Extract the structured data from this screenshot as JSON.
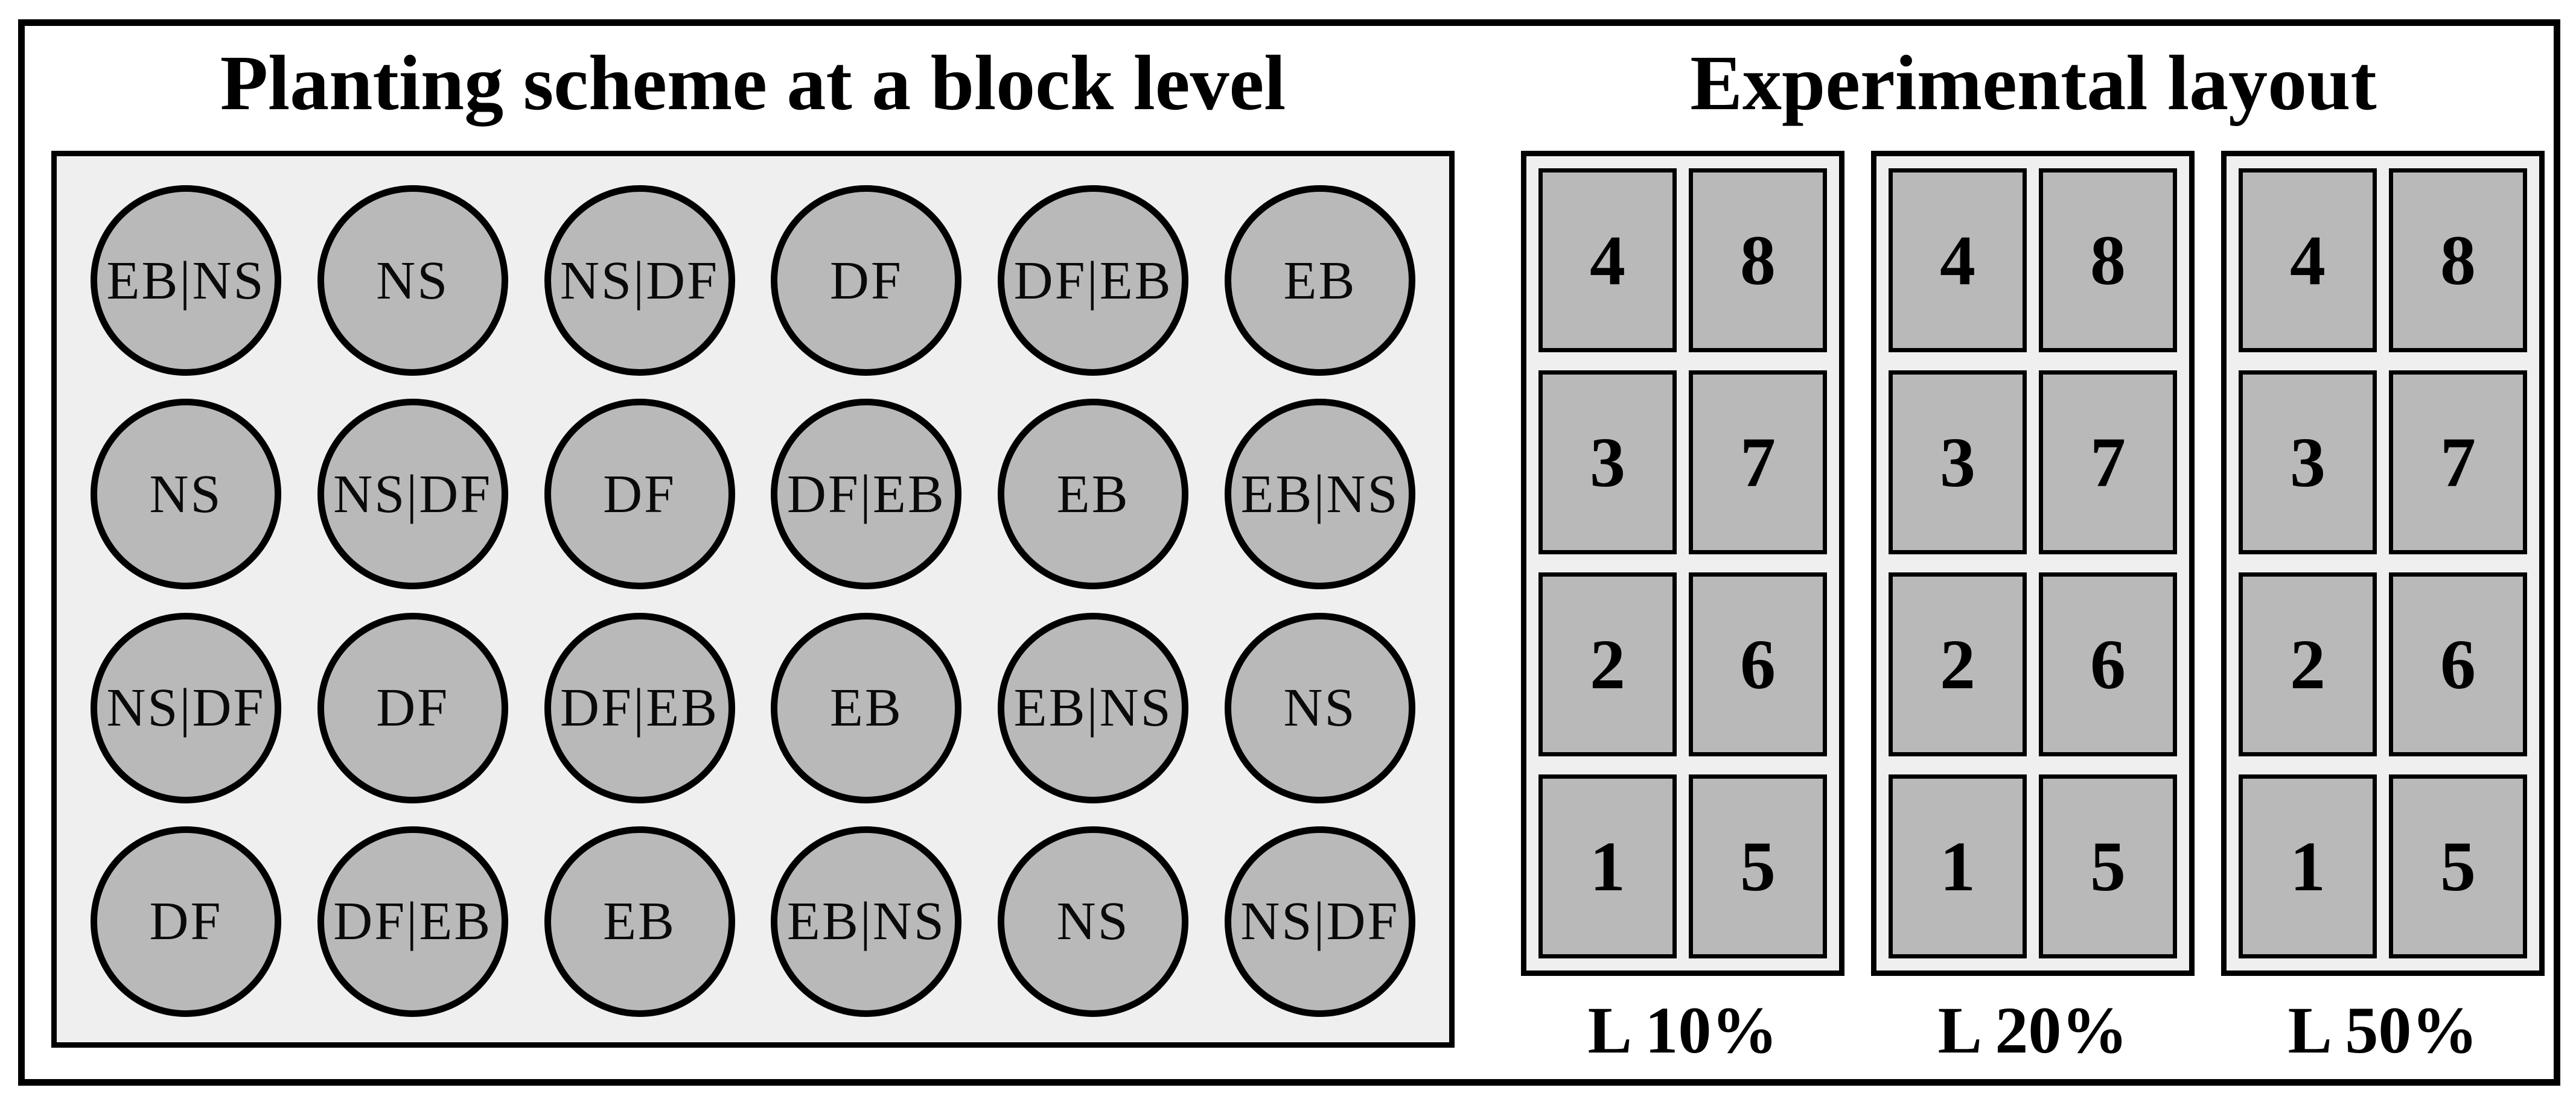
{
  "titles": {
    "left": "Planting scheme at a block level",
    "right": "Experimental layout"
  },
  "planting_scheme": {
    "rows": [
      [
        "EB|NS",
        "NS",
        "NS|DF",
        "DF",
        "DF|EB",
        "EB"
      ],
      [
        "NS",
        "NS|DF",
        "DF",
        "DF|EB",
        "EB",
        "EB|NS"
      ],
      [
        "NS|DF",
        "DF",
        "DF|EB",
        "EB",
        "EB|NS",
        "NS"
      ],
      [
        "DF",
        "DF|EB",
        "EB",
        "EB|NS",
        "NS",
        "NS|DF"
      ]
    ]
  },
  "experimental_layout": {
    "panels": [
      {
        "label": "L 10%",
        "cells": [
          "4",
          "8",
          "3",
          "7",
          "2",
          "6",
          "1",
          "5"
        ]
      },
      {
        "label": "L 20%",
        "cells": [
          "4",
          "8",
          "3",
          "7",
          "2",
          "6",
          "1",
          "5"
        ]
      },
      {
        "label": "L 50%",
        "cells": [
          "4",
          "8",
          "3",
          "7",
          "2",
          "6",
          "1",
          "5"
        ]
      }
    ]
  },
  "colors": {
    "page_background": "#ffffff",
    "panel_background": "#efefef",
    "shape_fill": "#b9b9b9",
    "border": "#000000"
  }
}
